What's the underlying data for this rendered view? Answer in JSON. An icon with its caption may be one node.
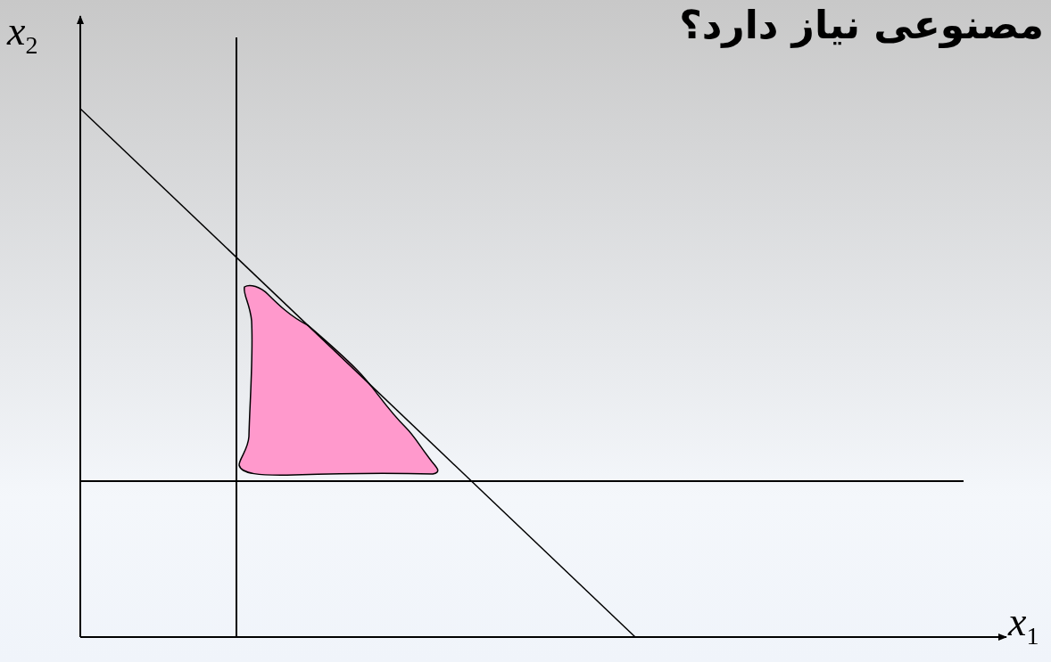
{
  "diagram": {
    "title": "مصنوعی نیاز دارد؟",
    "labels": [
      "*x*$_{2}$",
      "*x*$_{1}$"
    ]
  }
}
